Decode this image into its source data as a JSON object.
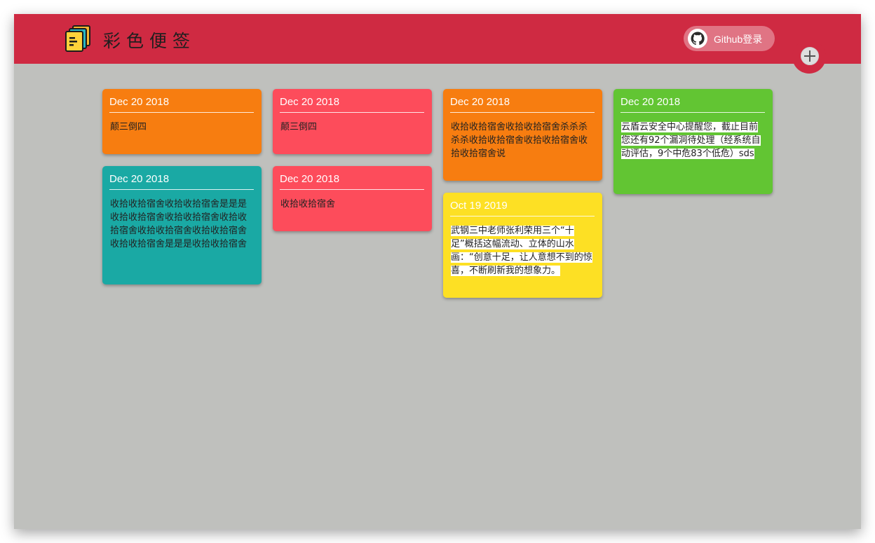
{
  "app": {
    "title": "彩色便签",
    "github_login_label": "Github登录"
  },
  "colors": {
    "topbar": "#cf2a42",
    "background": "#bfc0bd",
    "orange": "#f77d10",
    "red": "#fd4c5b",
    "teal": "#1aa9a4",
    "yellow": "#fde024",
    "green": "#62c533"
  },
  "icons": {
    "logo": "sticky-notes-icon",
    "github": "github-icon",
    "add": "plus-icon"
  },
  "notes": [
    {
      "date": "Dec 20 2018",
      "text": "颠三倒四",
      "color": "orange"
    },
    {
      "date": "Dec 20 2018",
      "text": "收拾收拾宿舍收拾收拾宿舍是是是收拾收拾宿舍收拾收拾宿舍收拾收拾宿舍收拾收拾宿舍收拾收拾宿舍收拾收拾宿舍是是是收拾收拾宿舍",
      "color": "teal"
    },
    {
      "date": "Dec 20 2018",
      "text": "颠三倒四",
      "color": "red"
    },
    {
      "date": "Dec 20 2018",
      "text": "收拾收拾宿舍",
      "color": "red"
    },
    {
      "date": "Dec 20 2018",
      "text": "收拾收拾宿舍收拾收拾宿舍杀杀杀杀杀收拾收拾宿舍收拾收拾宿舍收拾收拾宿舍说",
      "color": "orange"
    },
    {
      "date": "Oct 19 2019",
      "text": "武钢三中老师张利荣用三个“十足”概括这幅流动、立体的山水画：“创意十足，让人意想不到的惊喜，不断刷新我的想象力。",
      "color": "yellow"
    },
    {
      "date": "Dec 20 2018",
      "text": "云盾云安全中心提醒您，截止目前您还有92个漏洞待处理（经系统自动评估，9个中危83个低危）sds",
      "color": "green"
    }
  ]
}
